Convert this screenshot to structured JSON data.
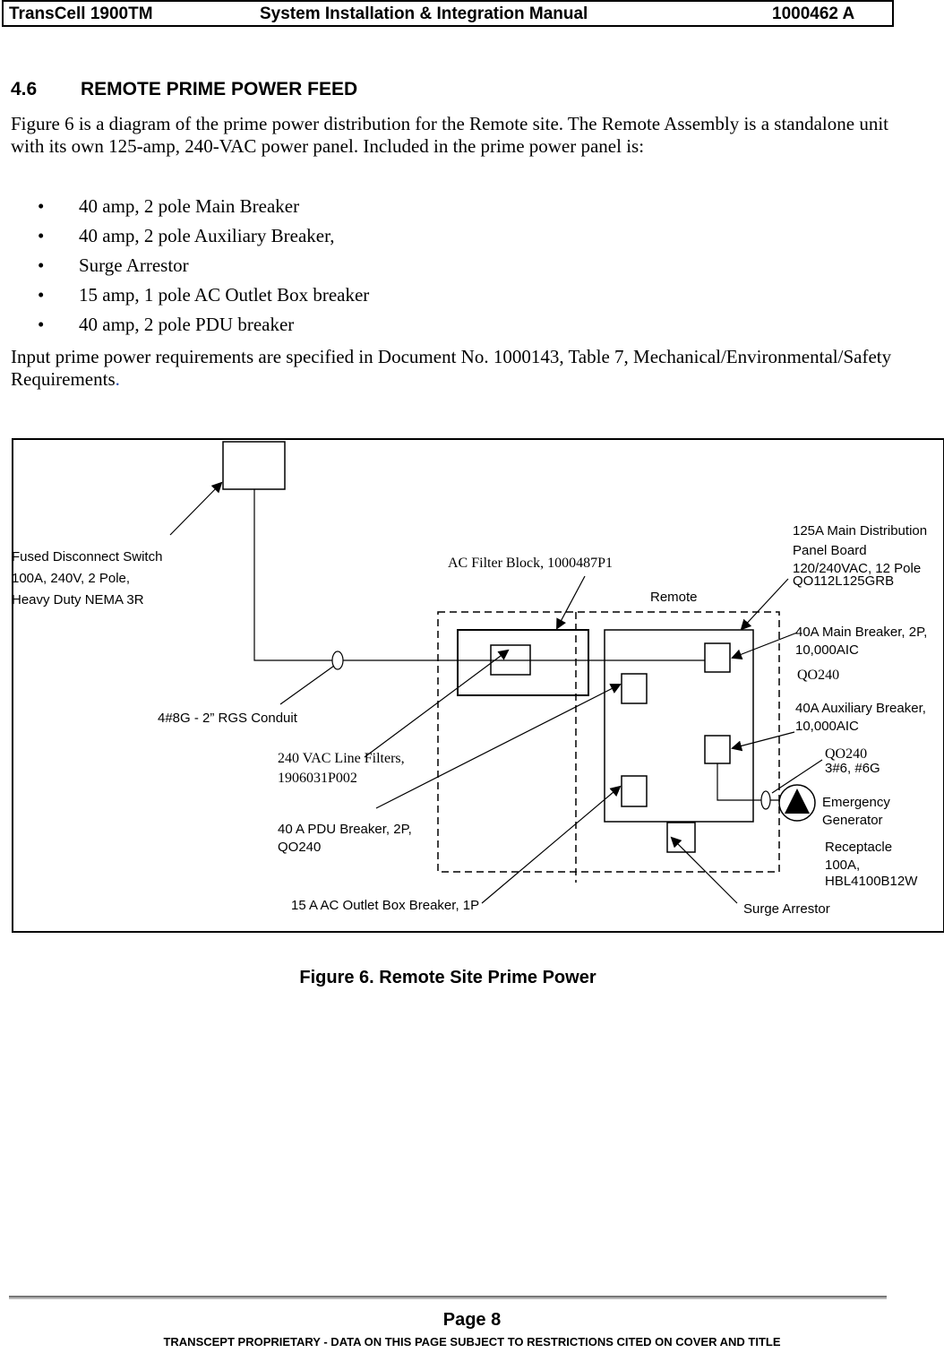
{
  "header": {
    "product": "TransCell 1900TM",
    "title": "System Installation & Integration Manual",
    "doc_number": "1000462 A"
  },
  "section": {
    "number": "4.6",
    "title": "REMOTE PRIME POWER FEED"
  },
  "body": {
    "intro": "Figure 6 is a diagram of the prime power distribution for the Remote site. The Remote Assembly is a standalone unit with its own 125-amp, 240-VAC power panel. Included in the prime power panel is:",
    "bullets": [
      "40 amp, 2 pole Main Breaker",
      "40 amp, 2 pole Auxiliary  Breaker,",
      "Surge Arrestor",
      "15 amp, 1 pole AC Outlet Box breaker",
      "40 amp, 2 pole PDU breaker"
    ],
    "requirements": "Input prime power requirements are specified in Document No. 1000143, Table 7, Mechanical/Environmental/Safety Requirements",
    "requirements_end": "."
  },
  "diagram": {
    "fused_disconnect": [
      "Fused Disconnect Switch",
      "100A, 240V, 2 Pole,",
      "Heavy Duty NEMA 3R"
    ],
    "ac_filter_block": "AC Filter Block, 1000487P1",
    "remote": "Remote",
    "main_distribution": [
      "125A Main Distribution",
      "Panel Board",
      "120/240VAC, 12 Pole",
      "QO112L125GRB"
    ],
    "main_breaker": [
      "40A Main Breaker, 2P,",
      "10,000AIC"
    ],
    "main_breaker_model": "QO240",
    "aux_breaker": [
      "40A Auxiliary Breaker,",
      "10,000AIC"
    ],
    "aux_breaker_model": "QO240",
    "generator_wire": "3#6, #6G",
    "emergency_generator": [
      "Emergency",
      "Generator"
    ],
    "receptacle": [
      "Receptacle",
      "100A,",
      "HBL4100B12W"
    ],
    "conduit": "4#8G - 2” RGS Conduit",
    "line_filters": [
      "240 VAC Line Filters,",
      "1906031P002"
    ],
    "pdu_breaker": [
      "40 A PDU Breaker, 2P,",
      "QO240"
    ],
    "outlet_breaker": "15 A AC Outlet Box Breaker, 1P",
    "surge_arrestor": "Surge Arrestor"
  },
  "figure_caption": "Figure 6. Remote Site Prime Power",
  "footer": {
    "page": "Page 8",
    "proprietary": "TRANSCEPT PROPRIETARY - DATA ON THIS PAGE SUBJECT TO RESTRICTIONS CITED ON COVER AND TITLE"
  }
}
